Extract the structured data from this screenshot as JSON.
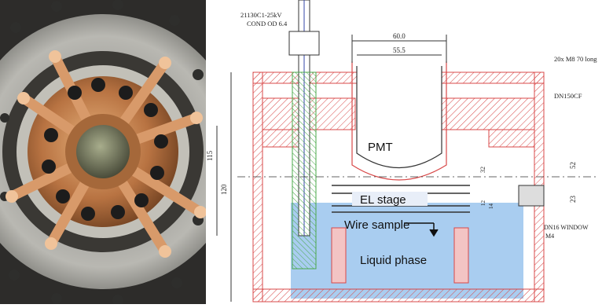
{
  "photo": {
    "subject": "flange-with-copper-feedthroughs-photo"
  },
  "drawing": {
    "part_label_line1": "21130C1-25kV",
    "part_label_line2": "COND OD 6.4",
    "dim_top_outer": "60.0",
    "dim_top_inner": "55.5",
    "dim_left_115": "115",
    "dim_left_120": "120",
    "dim_32": "32",
    "dim_12": "12",
    "dim_14": "14",
    "dim_52": "52",
    "dim_23": "23",
    "callout_bolts": "20x M8 70 long",
    "callout_flange": "DN150CF",
    "callout_window": "DN16 WINDOW",
    "callout_m4": "M4",
    "label_pmt": "PMT",
    "label_el_stage": "EL stage",
    "label_wire_sample": "Wire sample",
    "label_liquid_phase": "Liquid phase"
  },
  "colors": {
    "liquid": "#a9cdf0",
    "hatch": "#d84848",
    "green_hatch": "#4aa84a",
    "copper": "#c07a45"
  }
}
